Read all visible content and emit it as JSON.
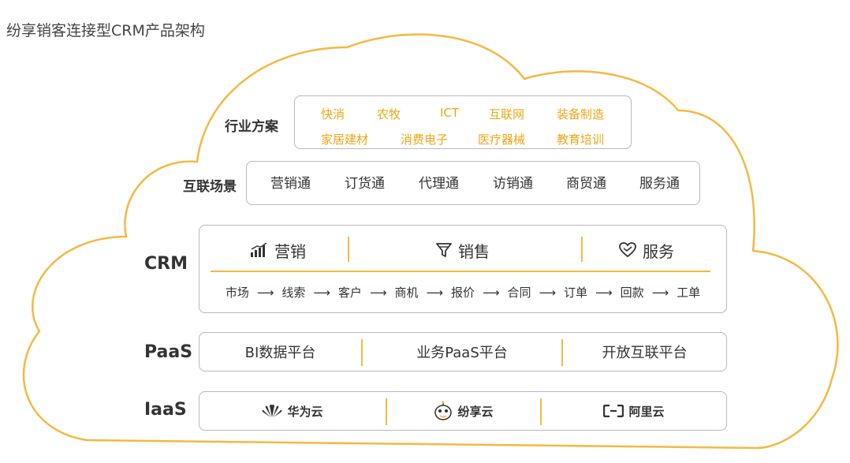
{
  "title": "纷享销客连接型CRM产品架构",
  "layers": {
    "industry": {
      "label": "行业方案",
      "items": [
        "快消",
        "农牧",
        "ICT",
        "互联网",
        "装备制造",
        "家居建材",
        "消费电子",
        "医疗器械",
        "教育培训"
      ]
    },
    "scenario": {
      "label": "互联场景",
      "items": [
        "营销通",
        "订货通",
        "代理通",
        "访销通",
        "商贸通",
        "服务通"
      ]
    },
    "crm": {
      "label": "CRM",
      "modules": [
        {
          "name": "营销",
          "icon": "bar-chart-icon"
        },
        {
          "name": "销售",
          "icon": "funnel-icon"
        },
        {
          "name": "服务",
          "icon": "heart-icon"
        }
      ],
      "flow": [
        "市场",
        "线索",
        "客户",
        "商机",
        "报价",
        "合同",
        "订单",
        "回款",
        "工单"
      ],
      "arrow": "⟶"
    },
    "paas": {
      "label": "PaaS",
      "items": [
        "BI数据平台",
        "业务PaaS平台",
        "开放互联平台"
      ]
    },
    "iaas": {
      "label": "IaaS",
      "items": [
        {
          "name": "华为云",
          "icon": "huawei-logo-icon"
        },
        {
          "name": "纷享云",
          "icon": "fxiaoke-mascot-icon"
        },
        {
          "name": "阿里云",
          "icon": "aliyun-logo-icon"
        }
      ]
    }
  },
  "colors": {
    "accent": "#f4b942",
    "industry_text": "#f0a514",
    "border": "#b9b9b9"
  }
}
